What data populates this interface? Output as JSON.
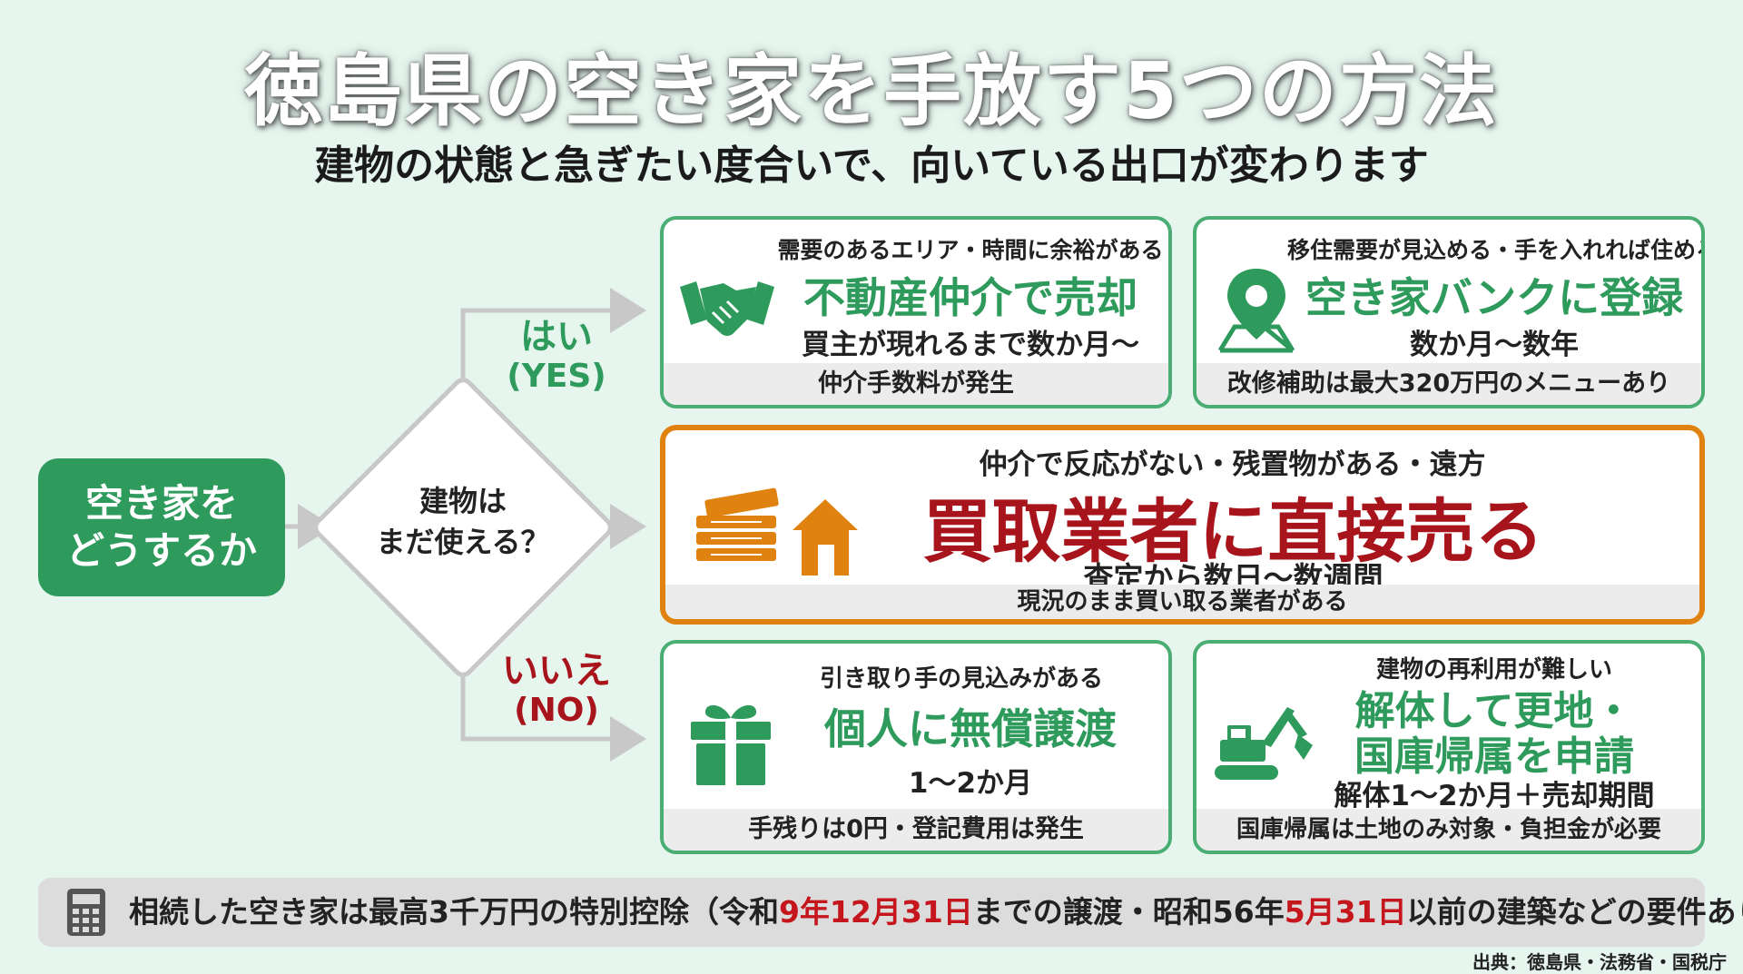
{
  "header": {
    "title": "徳島県の空き家を手放す5つの方法",
    "subtitle": "建物の状態と急ぎたい度合いで、向いている出口が変わります"
  },
  "flow": {
    "start_line1": "空き家を",
    "start_line2": "どうするか",
    "decision_line1": "建物は",
    "decision_line2": "まだ使える？",
    "yes_label": "はい",
    "yes_sub": "(YES)",
    "no_label": "いいえ",
    "no_sub": "(NO)"
  },
  "methods": {
    "broker": {
      "condition": "需要のあるエリア・時間に余裕がある",
      "title": "不動産仲介で売却",
      "period": "買主が現れるまで数か月〜",
      "note": "仲介手数料が発生"
    },
    "akiya_bank": {
      "condition": "移住需要が見込める・手を入れれば住める",
      "title": "空き家バンクに登録",
      "period": "数か月〜数年",
      "note": "改修補助は最大320万円のメニューあり"
    },
    "buyer": {
      "condition": "仲介で反応がない・残置物がある・遠方",
      "title": "買取業者に直接売る",
      "period": "査定から数日〜数週間",
      "note": "現況のまま買い取る業者がある"
    },
    "transfer": {
      "condition": "引き取り手の見込みがある",
      "title": "個人に無償譲渡",
      "period": "1〜2か月",
      "note": "手残りは0円・登記費用は発生"
    },
    "demolish": {
      "condition": "建物の再利用が難しい",
      "title_line1": "解体して更地・",
      "title_line2": "国庫帰属を申請",
      "period": "解体1〜2か月＋売却期間",
      "note": "国庫帰属は土地のみ対象・負担金が必要"
    }
  },
  "footer": {
    "part1": "相続した空き家は最高3千万円の特別控除（令和",
    "date1": "9年12月31日",
    "part2": "までの譲渡・昭和56年",
    "date2": "5月31日",
    "part3": "以前の建築などの要件あり）",
    "source": "出典：徳島県・法務省・国税庁"
  },
  "colors": {
    "green": "#2e9a5c",
    "orange": "#e0820f",
    "dark_red": "#a8141b"
  },
  "icons": [
    "handshake-icon",
    "map-pin-icon",
    "money-house-icon",
    "gift-icon",
    "excavator-icon",
    "calculator-icon"
  ]
}
